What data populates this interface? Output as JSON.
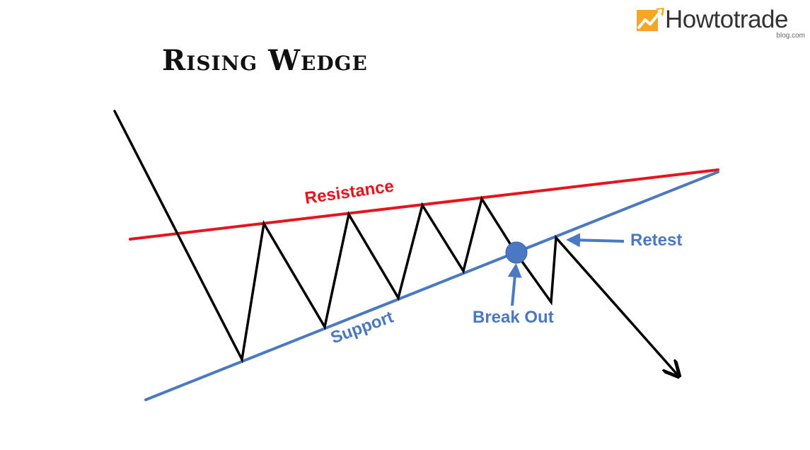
{
  "title": "Rising Wedge",
  "logo": {
    "name": "Howtotrade",
    "sub": "blog.com",
    "icon": "rising-chart-arrow-icon",
    "color": "#f5a623"
  },
  "labels": {
    "resistance": "Resistance",
    "support": "Support",
    "retest": "Retest",
    "break_out": "Break Out"
  },
  "colors": {
    "resistance": "#e8141c",
    "support": "#4a78c2",
    "price": "#000000",
    "annotation": "#4a78c2"
  }
}
